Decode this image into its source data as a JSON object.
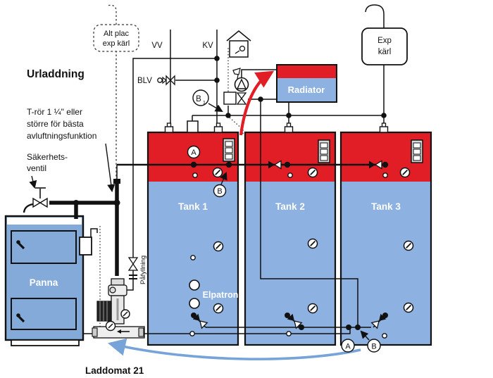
{
  "colors": {
    "red": "#e11e26",
    "tank_blue": "#8db1e0",
    "boiler_blue": "#84aad9",
    "arrow_blue": "#76a3d8",
    "line": "#111111"
  },
  "annotations": {
    "urladdning": "Urladdning",
    "t_ror_line1": "T-rör 1 ¼\" eller",
    "t_ror_line2": "större för bästa",
    "t_ror_line3": "avluftningsfunktion",
    "sakerhets_line1": "Säkerhets-",
    "sakerhets_line2": "ventil",
    "alt_plac_line1": "Alt plac",
    "alt_plac_line2": "exp kärl",
    "vv": "VV",
    "kv": "KV",
    "blv": "BLV",
    "exp_line1": "Exp",
    "exp_line2": "kärl",
    "pafyllning": "Påfyllning",
    "laddomat": "Laddomat 21",
    "b1_label": "B",
    "b1_sub": "1"
  },
  "equipment": {
    "boiler": "Panna",
    "radiator": "Radiator",
    "tank1": "Tank 1",
    "tank2": "Tank 2",
    "tank3": "Tank 3",
    "elpatron": "Elpatron"
  },
  "ports": {
    "top_a": "A",
    "top_b": "B",
    "bottom_a": "A",
    "bottom_b": "B"
  }
}
